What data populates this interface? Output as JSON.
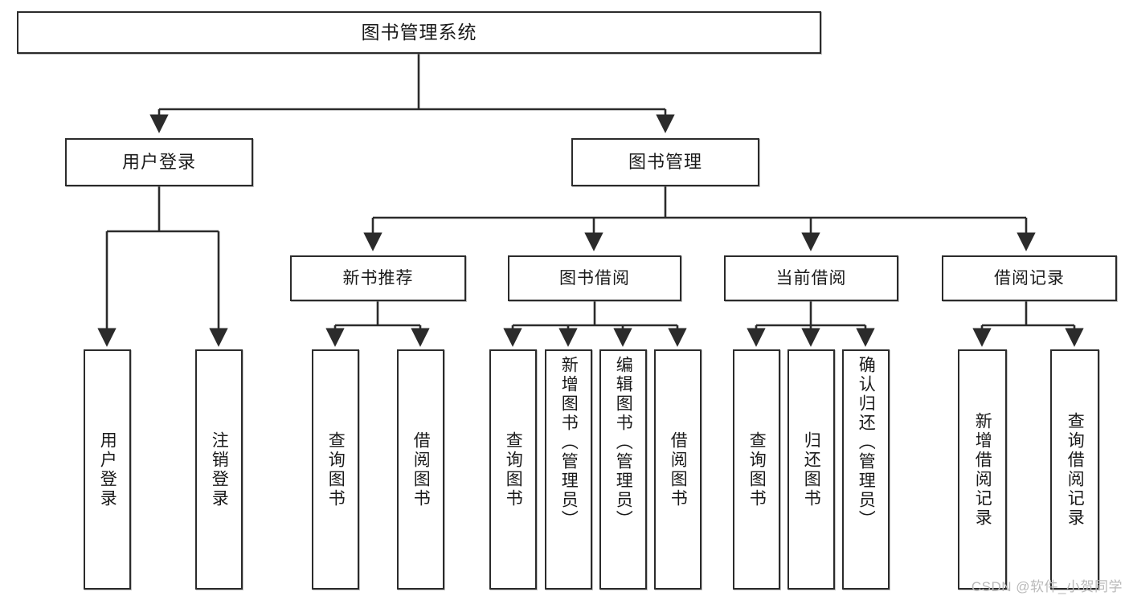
{
  "diagram": {
    "type": "tree",
    "title": "图书管理系统",
    "watermark": "CSDN @软件_小贺同学",
    "nodes": {
      "root": {
        "label": "图书管理系统",
        "level": 1,
        "orientation": "horizontal"
      },
      "user_login": {
        "label": "用户登录",
        "level": 2,
        "orientation": "horizontal"
      },
      "book_manage": {
        "label": "图书管理",
        "level": 2,
        "orientation": "horizontal"
      },
      "new_book_rec": {
        "label": "新书推荐",
        "level": 3,
        "orientation": "horizontal"
      },
      "book_borrow": {
        "label": "图书借阅",
        "level": 3,
        "orientation": "horizontal"
      },
      "current_borrow": {
        "label": "当前借阅",
        "level": 3,
        "orientation": "horizontal"
      },
      "borrow_record": {
        "label": "借阅记录",
        "level": 3,
        "orientation": "horizontal"
      },
      "leaf_user_login": {
        "label": "用户登录",
        "level": 4,
        "orientation": "vertical"
      },
      "leaf_logout": {
        "label": "注销登录",
        "level": 4,
        "orientation": "vertical"
      },
      "leaf_query_book_1": {
        "label": "查询图书",
        "level": 4,
        "orientation": "vertical"
      },
      "leaf_borrow_book_1": {
        "label": "借阅图书",
        "level": 4,
        "orientation": "vertical"
      },
      "leaf_query_book_2": {
        "label": "查询图书",
        "level": 4,
        "orientation": "vertical"
      },
      "leaf_add_book": {
        "label": "新增图书（管理员）",
        "level": 4,
        "orientation": "vertical"
      },
      "leaf_edit_book": {
        "label": "编辑图书（管理员）",
        "level": 4,
        "orientation": "vertical"
      },
      "leaf_borrow_book_2": {
        "label": "借阅图书",
        "level": 4,
        "orientation": "vertical"
      },
      "leaf_query_book_3": {
        "label": "查询图书",
        "level": 4,
        "orientation": "vertical"
      },
      "leaf_return_book": {
        "label": "归还图书",
        "level": 4,
        "orientation": "vertical"
      },
      "leaf_confirm_return": {
        "label": "确认归还（管理员）",
        "level": 4,
        "orientation": "vertical"
      },
      "leaf_add_record": {
        "label": "新增借阅记录",
        "level": 4,
        "orientation": "vertical"
      },
      "leaf_query_record": {
        "label": "查询借阅记录",
        "level": 4,
        "orientation": "vertical"
      }
    },
    "edges": [
      {
        "from": "root",
        "to": "user_login"
      },
      {
        "from": "root",
        "to": "book_manage"
      },
      {
        "from": "user_login",
        "to": "leaf_user_login"
      },
      {
        "from": "user_login",
        "to": "leaf_logout"
      },
      {
        "from": "book_manage",
        "to": "new_book_rec"
      },
      {
        "from": "book_manage",
        "to": "book_borrow"
      },
      {
        "from": "book_manage",
        "to": "current_borrow"
      },
      {
        "from": "book_manage",
        "to": "borrow_record"
      },
      {
        "from": "new_book_rec",
        "to": "leaf_query_book_1"
      },
      {
        "from": "new_book_rec",
        "to": "leaf_borrow_book_1"
      },
      {
        "from": "book_borrow",
        "to": "leaf_query_book_2"
      },
      {
        "from": "book_borrow",
        "to": "leaf_add_book"
      },
      {
        "from": "book_borrow",
        "to": "leaf_edit_book"
      },
      {
        "from": "book_borrow",
        "to": "leaf_borrow_book_2"
      },
      {
        "from": "current_borrow",
        "to": "leaf_query_book_3"
      },
      {
        "from": "current_borrow",
        "to": "leaf_return_book"
      },
      {
        "from": "current_borrow",
        "to": "leaf_confirm_return"
      },
      {
        "from": "borrow_record",
        "to": "leaf_add_record"
      },
      {
        "from": "borrow_record",
        "to": "leaf_query_record"
      }
    ],
    "colors": {
      "stroke": "#2b2b2b",
      "fill": "#ffffff",
      "text": "#1a1a1a",
      "watermark": "#b9b9b9"
    }
  }
}
